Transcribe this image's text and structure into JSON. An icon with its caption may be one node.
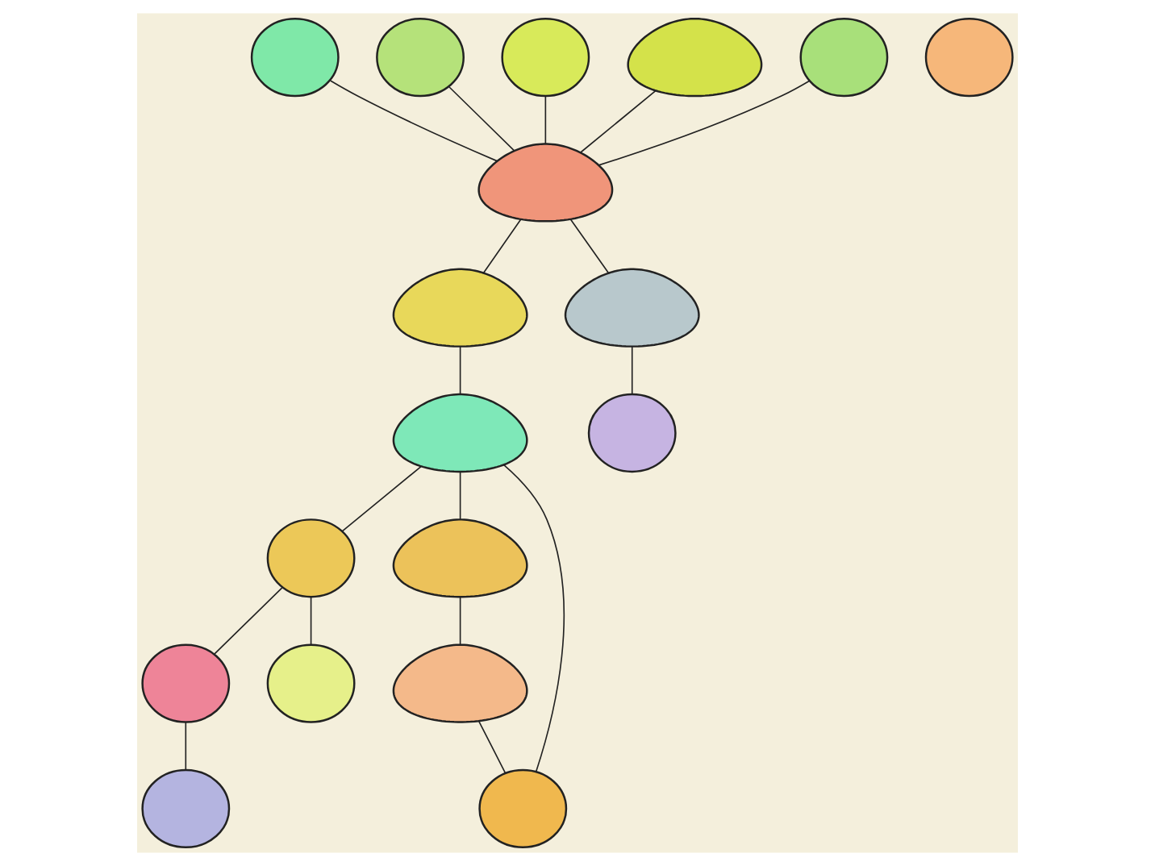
{
  "diagram": {
    "nodes": [
      {
        "text": [],
        "shape": "circle"
      },
      {
        "text": [],
        "shape": "circle"
      },
      {
        "text": [],
        "shape": "circle"
      },
      {
        "text": [],
        "shape": "circle"
      },
      {
        "text": [],
        "shape": "cloud"
      },
      {
        "text": [],
        "shape": "circle"
      },
      {
        "text": [],
        "shape": "cloud"
      },
      {
        "text": [],
        "shape": "cloud"
      },
      {
        "text": [],
        "shape": "cloud"
      },
      {
        "text": [],
        "shape": "cloud"
      },
      {
        "text": [],
        "shape": "circle"
      },
      {
        "text": [],
        "shape": "circle"
      },
      {
        "text": [],
        "shape": "cloud"
      },
      {
        "text": [],
        "shape": "circle"
      },
      {
        "text": [],
        "shape": "cloud"
      },
      {
        "text": [],
        "shape": "circle"
      },
      {
        "text": [],
        "shape": "circle"
      },
      {
        "text": [],
        "shape": "circle"
      }
    ],
    "edges": [
      {
        "from": 0,
        "to": 6,
        "arrow": "none"
      },
      {
        "from": 2,
        "to": 6,
        "arrow": "none"
      },
      {
        "from": 3,
        "to": 6,
        "arrow": "none"
      },
      {
        "from": 5,
        "to": 6,
        "arrow": "none"
      },
      {
        "from": 4,
        "to": 6,
        "arrow": "none"
      },
      {
        "from": 6,
        "to": 7,
        "arrow": "none"
      },
      {
        "from": 7,
        "to": 8,
        "arrow": "none"
      },
      {
        "from": 6,
        "to": 9,
        "arrow": "none"
      },
      {
        "from": 8,
        "to": 10,
        "arrow": "none"
      },
      {
        "from": 9,
        "to": 11,
        "arrow": "none"
      },
      {
        "from": 8,
        "to": 12,
        "arrow": "none"
      },
      {
        "from": 10,
        "to": 13,
        "arrow": "none"
      },
      {
        "from": 12,
        "to": 14,
        "arrow": "none"
      },
      {
        "from": 14,
        "to": 15,
        "arrow": "none"
      },
      {
        "from": 8,
        "to": 15,
        "arrow": "none"
      },
      {
        "from": 10,
        "to": 16,
        "arrow": "none"
      },
      {
        "from": 13,
        "to": 17,
        "arrow": "none"
      }
    ]
  }
}
